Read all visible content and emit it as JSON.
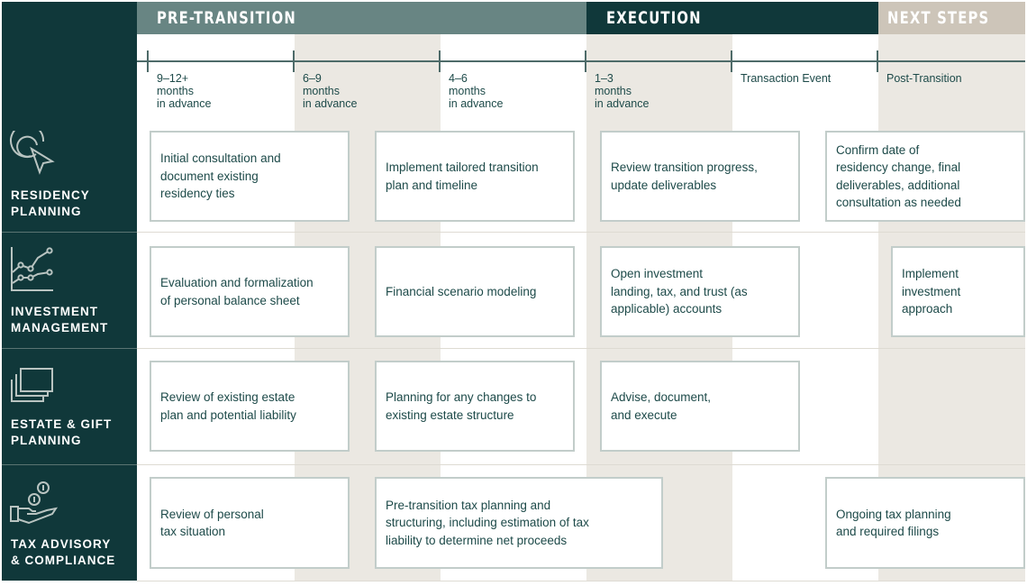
{
  "phases": [
    {
      "label": "PRE-TRANSITION",
      "color": "#688583"
    },
    {
      "label": "EXECUTION",
      "color": "#10383a"
    },
    {
      "label": "NEXT STEPS",
      "color": "#cdc5b9"
    }
  ],
  "timeline": [
    {
      "label": "9–12+\nmonths\nin advance"
    },
    {
      "label": "6–9\nmonths\nin advance"
    },
    {
      "label": "4–6\nmonths\nin advance"
    },
    {
      "label": "1–3\nmonths\nin advance"
    },
    {
      "label": "Transaction Event"
    },
    {
      "label": "Post-Transition"
    }
  ],
  "rows": [
    {
      "label": "RESIDENCY\nPLANNING",
      "icon": "target-cursor-icon",
      "cards": [
        "Initial consultation and\ndocument existing\nresidency ties",
        "Implement tailored transition\nplan and timeline",
        "Review transition progress,\nupdate deliverables",
        "Confirm date of\nresidency change, final\ndeliverables, additional\nconsultation as needed"
      ]
    },
    {
      "label": "INVESTMENT\nMANAGEMENT",
      "icon": "line-chart-icon",
      "cards": [
        "Evaluation and formalization\nof personal balance sheet",
        "Financial scenario modeling",
        "Open investment\nlanding, tax, and trust (as\napplicable) accounts",
        "Implement\ninvestment\napproach"
      ]
    },
    {
      "label": "ESTATE & GIFT\nPLANNING",
      "icon": "stacked-documents-icon",
      "cards": [
        "Review of existing estate\nplan and potential liability",
        "Planning for any changes to\nexisting estate structure",
        "Advise, document,\nand execute"
      ]
    },
    {
      "label": "TAX ADVISORY\n& COMPLIANCE",
      "icon": "hand-coins-icon",
      "cards": [
        "Review of personal\ntax situation",
        "Pre-transition tax planning and\nstructuring, including estimation of tax\nliability to determine net proceeds",
        "Ongoing tax planning\nand required filings"
      ]
    }
  ],
  "colors": {
    "dark": "#10383a",
    "teal": "#688583",
    "sand": "#cdc5b9",
    "shade": "#ebe8e2",
    "text": "#1d4a49",
    "card_border": "#c2cdca"
  }
}
